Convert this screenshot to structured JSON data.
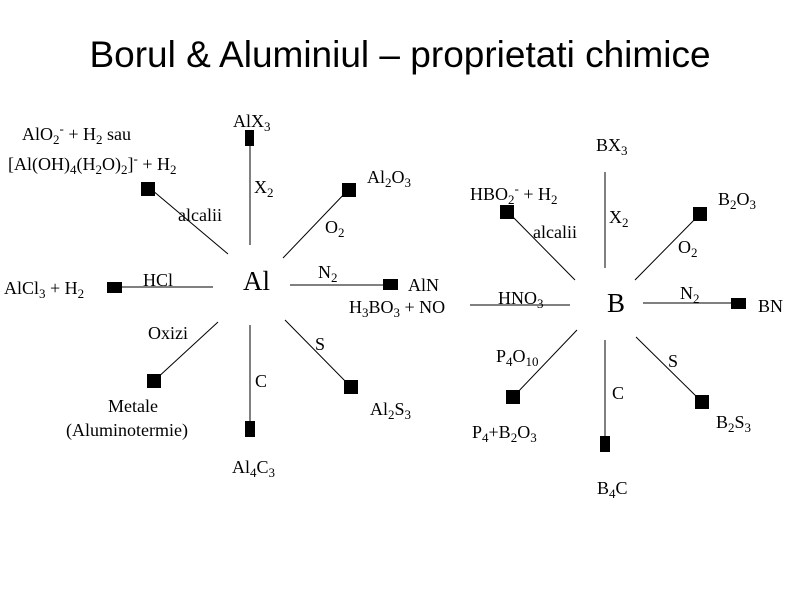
{
  "title": "Borul & Aluminiul – proprietati chimice",
  "aluminum": {
    "center": "Al",
    "reagents": {
      "x2": [
        "X",
        {
          "sub": "2"
        }
      ],
      "o2": [
        "O",
        {
          "sub": "2"
        }
      ],
      "n2": [
        "N",
        {
          "sub": "2"
        }
      ],
      "s": [
        "S"
      ],
      "c": [
        "C"
      ],
      "oxizi": [
        "Oxizi"
      ],
      "hcl": [
        "HCl"
      ],
      "alcalii": [
        "alcalii"
      ]
    },
    "products": {
      "alx3": [
        "AlX",
        {
          "sub": "3"
        }
      ],
      "al2o3": [
        "Al",
        {
          "sub": "2"
        },
        "O",
        {
          "sub": "3"
        }
      ],
      "aln": [
        "AlN"
      ],
      "al2s3": [
        "Al",
        {
          "sub": "2"
        },
        "S",
        {
          "sub": "3"
        }
      ],
      "al4c3": [
        "Al",
        {
          "sub": "4"
        },
        "C",
        {
          "sub": "3"
        }
      ],
      "metale": [
        "Metale"
      ],
      "aluminotermie": [
        "(Aluminotermie)"
      ],
      "alcl3": [
        "AlCl",
        {
          "sub": "3"
        },
        " + H",
        {
          "sub": "2"
        }
      ],
      "alo2_line1": [
        "AlO",
        {
          "sub": "2"
        },
        {
          "sup": "-"
        },
        " + H",
        {
          "sub": "2"
        },
        " sau"
      ],
      "alo2_line2": [
        "[Al(OH)",
        {
          "sub": "4"
        },
        "(H",
        {
          "sub": "2"
        },
        "O)",
        {
          "sub": "2"
        },
        "]",
        {
          "sup": "-"
        },
        " + H",
        {
          "sub": "2"
        }
      ]
    }
  },
  "boron": {
    "center": "B",
    "reagents": {
      "x2": [
        "X",
        {
          "sub": "2"
        }
      ],
      "o2": [
        "O",
        {
          "sub": "2"
        }
      ],
      "n2": [
        "N",
        {
          "sub": "2"
        }
      ],
      "s": [
        "S"
      ],
      "c": [
        "C"
      ],
      "p4o10": [
        "P",
        {
          "sub": "4"
        },
        "O",
        {
          "sub": "10"
        }
      ],
      "hno3": [
        "HNO",
        {
          "sub": "3"
        }
      ],
      "alcalii": [
        "alcalii"
      ]
    },
    "products": {
      "bx3": [
        "BX",
        {
          "sub": "3"
        }
      ],
      "b2o3": [
        "B",
        {
          "sub": "2"
        },
        "O",
        {
          "sub": "3"
        }
      ],
      "bn": [
        "BN"
      ],
      "b2s3": [
        "B",
        {
          "sub": "2"
        },
        "S",
        {
          "sub": "3"
        }
      ],
      "b4c": [
        "B",
        {
          "sub": "4"
        },
        "C"
      ],
      "p4b2o3": [
        "P",
        {
          "sub": "4"
        },
        "+B",
        {
          "sub": "2"
        },
        "O",
        {
          "sub": "3"
        }
      ],
      "h3bo3": [
        "H",
        {
          "sub": "3"
        },
        "BO",
        {
          "sub": "3"
        },
        " + NO"
      ],
      "hbo2": [
        "HBO",
        {
          "sub": "2"
        },
        {
          "sup": "-"
        },
        "  + H",
        {
          "sub": "2"
        }
      ]
    }
  }
}
